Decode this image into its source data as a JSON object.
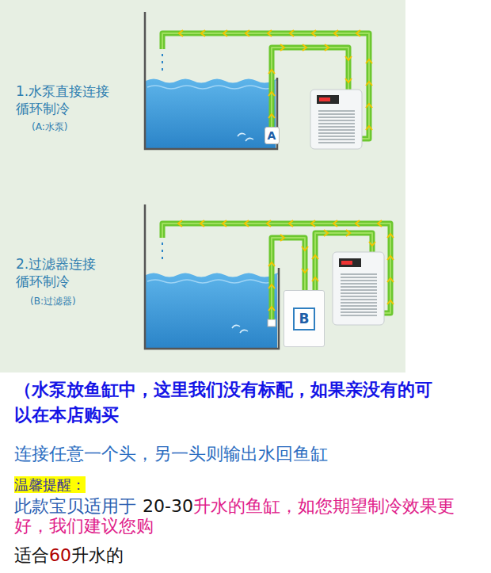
{
  "diagram": {
    "nodes": [
      {
        "text": [
          "A"
        ]
      },
      {
        "text": [
          "B"
        ]
      }
    ],
    "labels": [
      "1.水泵直接连接 循环制冷",
      "(A:水泵)",
      "2.过滤器连接 循环制冷",
      "(B:过滤器)",
      "（水泵放鱼缸中，这里我们没有标配，如果亲没有的可以在本店购买",
      "连接任意一个头，另一头则输出水回鱼缸",
      "温馨提醒：",
      "此款宝贝适用于",
      "20-30",
      "升水的鱼缸，如您期望制冷效果更好，我们建议您购",
      "适合",
      "60",
      "升水的"
    ]
  }
}
